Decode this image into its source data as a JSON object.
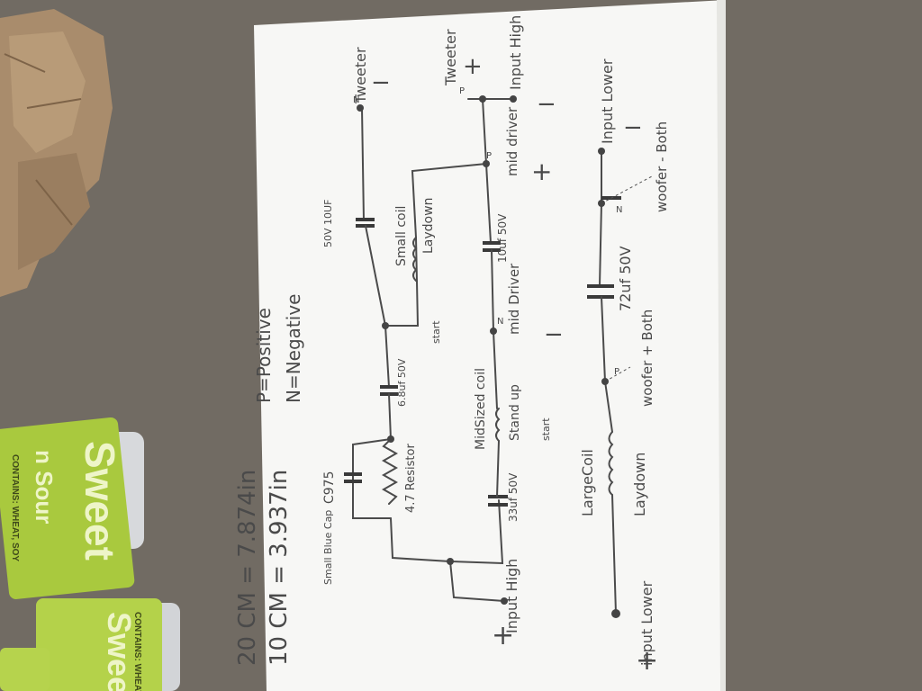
{
  "sketch": {
    "legend": {
      "cm20": "20 CM = 7.874in",
      "cm10": "10 CM = 3.937in",
      "positive": "P=Positive",
      "negative": "N=Negative"
    },
    "labels": {
      "tweeter_neg": "Tweeter",
      "tweeter_pos": "Tweeter",
      "input_high_top": "Input High",
      "input_lower_top": "Input Lower",
      "input_high_bottom": "Input High",
      "input_lower_bottom": "input Lower",
      "cap_50v_10uf": "50V 10UF",
      "cap_10uf_50v": "10uf 50V",
      "small_coil": "Small coil",
      "lay_down_1": "Laydown",
      "mid_driver_pos": "mid driver",
      "mid_driver_neg": "mid Driver",
      "start_a": "start",
      "cap_68uf": "6.8uf 50V",
      "mid_sized_coil": "MidSized coil",
      "stand_up": "Stand up",
      "start_b": "start",
      "resistor": "4.7 Resistor",
      "small_blue_cap": "Small Blue Cap",
      "c975": "C975",
      "cap_33uf": "33uf 50V",
      "cap_72uf": "72uf 50V",
      "large_coil": "LargeCoil",
      "lay_down_2": "Laydown",
      "woofer_pos": "woofer + Both",
      "woofer_neg": "woofer - Both",
      "sym_p": "P",
      "sym_n": "N",
      "plus": "+",
      "minus": "−"
    },
    "packets": {
      "sweet": "Sweet",
      "sour": "n Sour",
      "contains": "CONTAINS: WHEAT, SOY"
    }
  }
}
